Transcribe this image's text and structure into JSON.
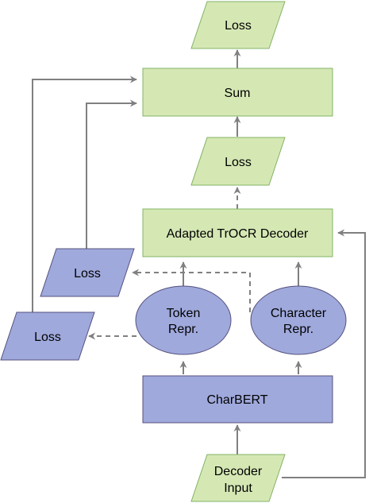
{
  "nodes": {
    "loss_top": {
      "label": "Loss"
    },
    "sum": {
      "label": "Sum"
    },
    "loss_mid": {
      "label": "Loss"
    },
    "decoder": {
      "label": "Adapted TrOCR Decoder"
    },
    "loss_left_upper": {
      "label": "Loss"
    },
    "loss_left_lower": {
      "label": "Loss"
    },
    "token_repr": {
      "line1": "Token",
      "line2": "Repr."
    },
    "char_repr": {
      "line1": "Character",
      "line2": "Repr."
    },
    "charbert": {
      "label": "CharBERT"
    },
    "decoder_input": {
      "line1": "Decoder",
      "line2": "Input"
    }
  },
  "colors": {
    "green_fill": "#d5e8b4",
    "green_stroke": "#82b366",
    "blue_fill": "#9fa9dc",
    "blue_stroke": "#56517e",
    "edge": "#808080"
  }
}
